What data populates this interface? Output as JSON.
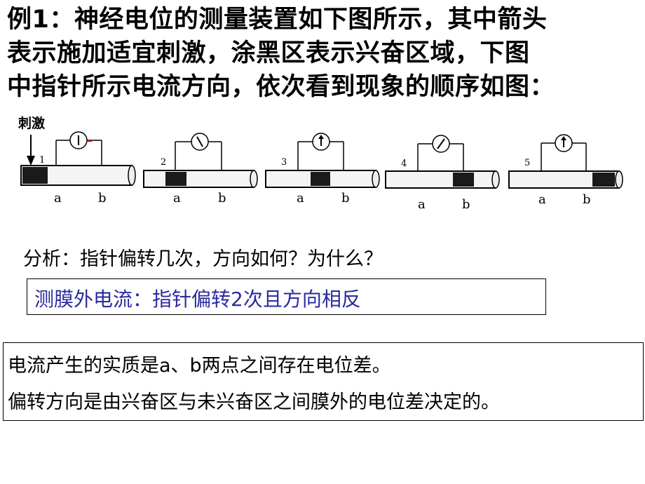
{
  "title": {
    "line1": "例1：神经电位的测量装置如下图所示，其中箭头",
    "line2": "表示施加适宜刺激，涂黑区表示兴奋区域，下图",
    "line3": "中指针所示电流方向，依次看到现象的顺序如图："
  },
  "figure": {
    "stimulus_label": "刺激",
    "panels": [
      {
        "num": "1",
        "a": "a",
        "b": "b"
      },
      {
        "num": "2",
        "a": "a",
        "b": "b"
      },
      {
        "num": "3",
        "a": "a",
        "b": "b"
      },
      {
        "num": "4",
        "a": "a",
        "b": "b"
      },
      {
        "num": "5",
        "a": "a",
        "b": "b"
      }
    ]
  },
  "question": "分析：指针偏转几次，方向如何？为什么？",
  "answer_box": "测膜外电流：指针偏转2次且方向相反",
  "explanation": {
    "line1": "电流产生的实质是a、b两点之间存在电位差。",
    "line2": "偏转方向是由兴奋区与未兴奋区之间膜外的电位差决定的。"
  }
}
